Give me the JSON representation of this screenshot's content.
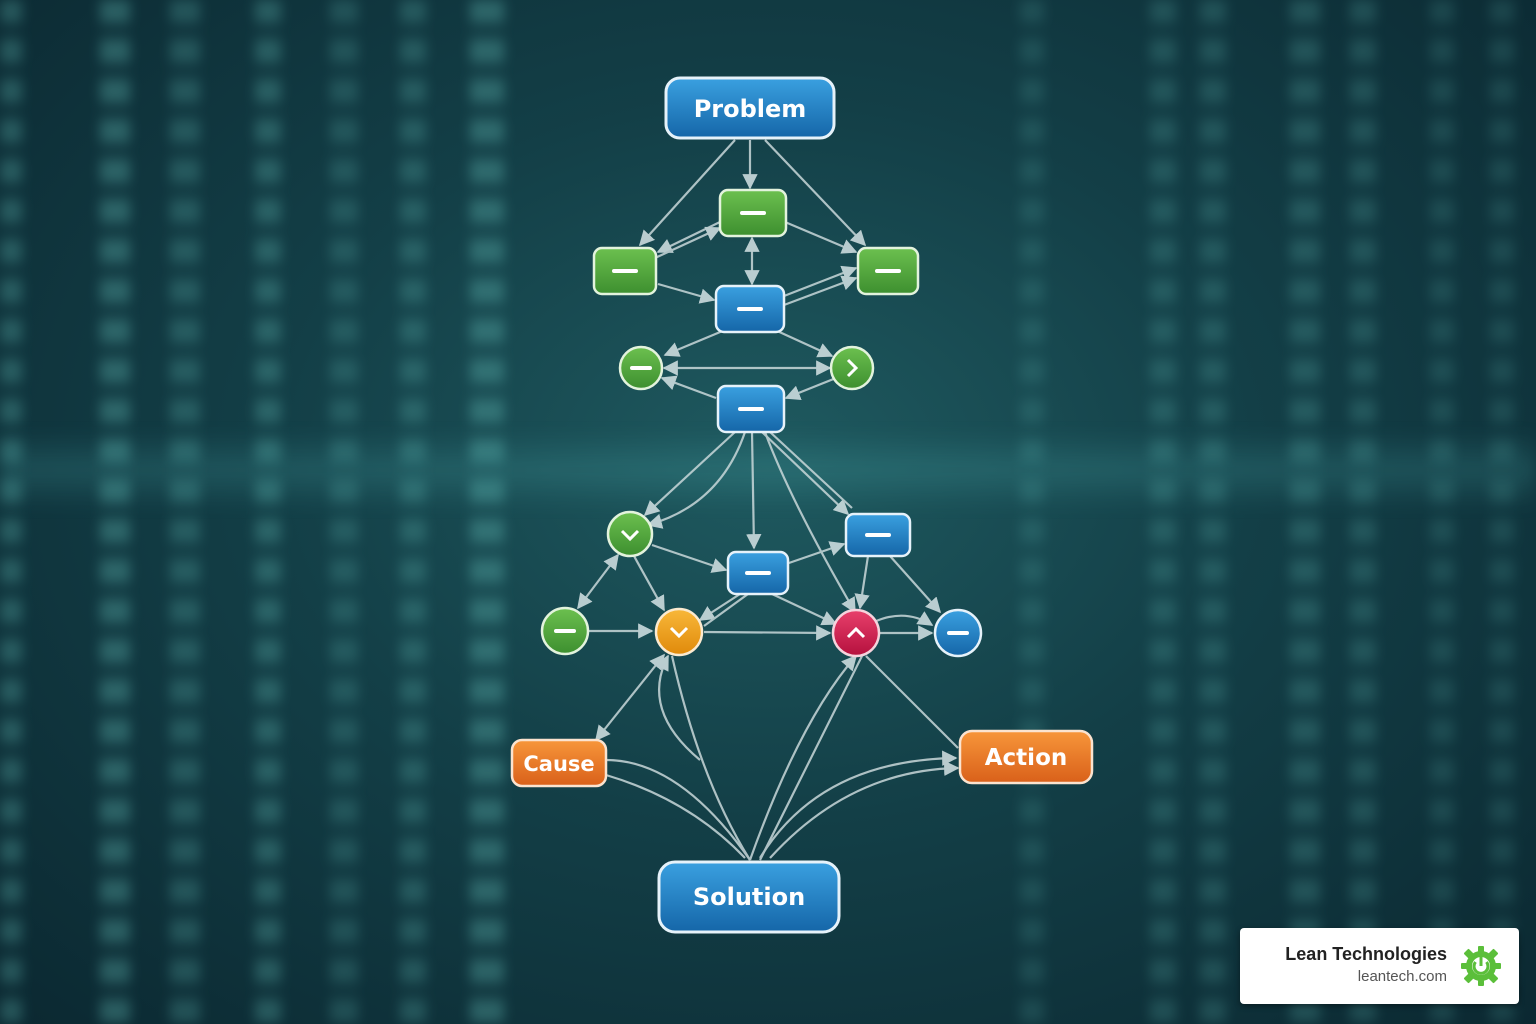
{
  "nodes": {
    "problem": "Problem",
    "cause": "Cause",
    "action": "Action",
    "solution": "Solution"
  },
  "brand": {
    "name": "Lean Technologies",
    "url": "leantech.com"
  },
  "colors": {
    "blue": "#1e7fc4",
    "green": "#4a9e3a",
    "orange": "#e8771e",
    "amber": "#f0a012",
    "red": "#cc1f4e",
    "brand_green": "#5bbf3a"
  }
}
